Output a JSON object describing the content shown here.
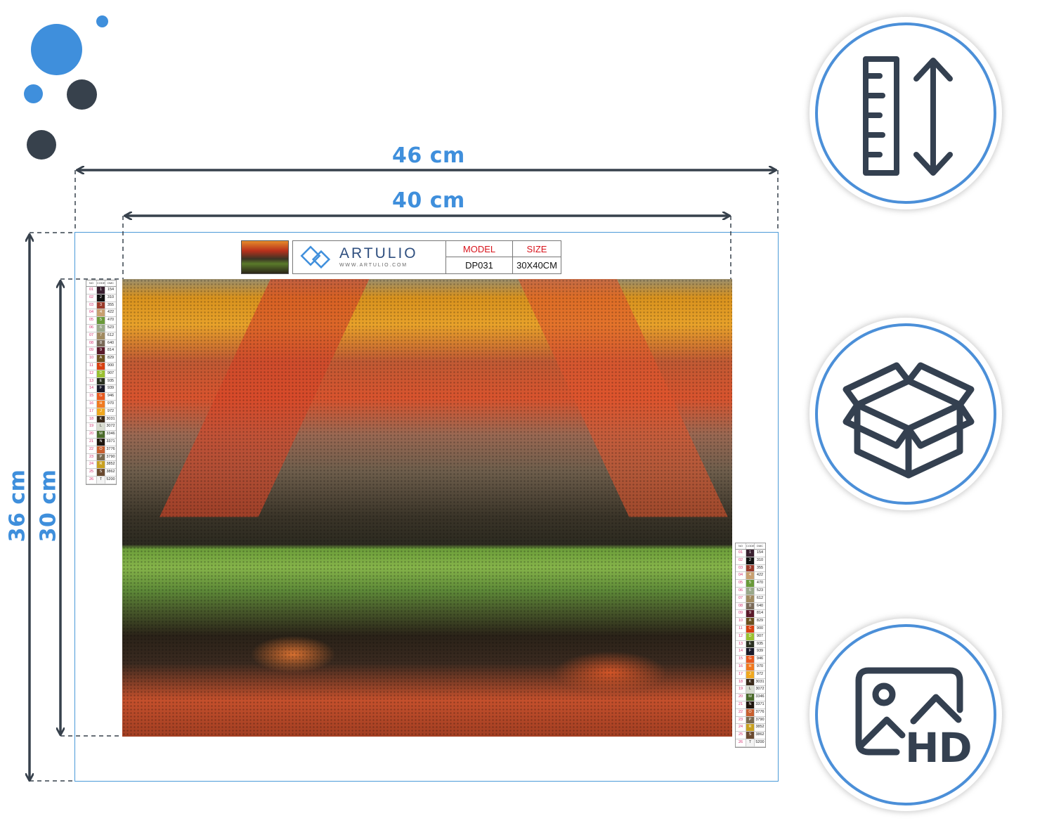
{
  "colors": {
    "accent_blue": "#3f8fdc",
    "dark_gray": "#37414c",
    "frame_blue": "#4b9ad8",
    "header_red": "#d8141c"
  },
  "dimensions": {
    "outer_width": "46 cm",
    "inner_width": "40 cm",
    "outer_height": "36 cm",
    "inner_height": "30 cm"
  },
  "header": {
    "brand": "ARTULIO",
    "url": "WWW.ARTULIO.COM",
    "model_label": "MODEL",
    "model_value": "DP031",
    "size_label": "SIZE",
    "size_value": "30X40CM"
  },
  "legend": {
    "col_no": "NO",
    "col_code": "CODE",
    "col_dmc": "DMC",
    "rows": [
      {
        "no": "01",
        "code": "1",
        "dmc": "154",
        "color": "#3a2030"
      },
      {
        "no": "02",
        "code": "2",
        "dmc": "310",
        "color": "#111111"
      },
      {
        "no": "03",
        "code": "3",
        "dmc": "355",
        "color": "#9a3a2a"
      },
      {
        "no": "04",
        "code": "4",
        "dmc": "422",
        "color": "#c8a070"
      },
      {
        "no": "05",
        "code": "5",
        "dmc": "470",
        "color": "#6a9a3a"
      },
      {
        "no": "06",
        "code": "6",
        "dmc": "523",
        "color": "#9aa88a"
      },
      {
        "no": "07",
        "code": "7",
        "dmc": "612",
        "color": "#a08a60"
      },
      {
        "no": "08",
        "code": "8",
        "dmc": "640",
        "color": "#7a6a58"
      },
      {
        "no": "09",
        "code": "9",
        "dmc": "814",
        "color": "#5a1a2a"
      },
      {
        "no": "10",
        "code": "A",
        "dmc": "829",
        "color": "#6a5020"
      },
      {
        "no": "11",
        "code": "C",
        "dmc": "900",
        "color": "#d84010"
      },
      {
        "no": "12",
        "code": "D",
        "dmc": "907",
        "color": "#9ac030"
      },
      {
        "no": "13",
        "code": "E",
        "dmc": "935",
        "color": "#2a3020"
      },
      {
        "no": "14",
        "code": "F",
        "dmc": "939",
        "color": "#1a1a2a"
      },
      {
        "no": "15",
        "code": "G",
        "dmc": "946",
        "color": "#e85a20"
      },
      {
        "no": "16",
        "code": "H",
        "dmc": "970",
        "color": "#f07a20"
      },
      {
        "no": "17",
        "code": "J",
        "dmc": "972",
        "color": "#f0a820"
      },
      {
        "no": "18",
        "code": "K",
        "dmc": "3031",
        "color": "#3a2a1a"
      },
      {
        "no": "19",
        "code": "L",
        "dmc": "3072",
        "color": "#d8dcd0"
      },
      {
        "no": "20",
        "code": "M",
        "dmc": "3346",
        "color": "#4a6a2a"
      },
      {
        "no": "21",
        "code": "N",
        "dmc": "3371",
        "color": "#1e140c"
      },
      {
        "no": "22",
        "code": "O",
        "dmc": "3776",
        "color": "#c86030"
      },
      {
        "no": "23",
        "code": "P",
        "dmc": "3790",
        "color": "#7a6a50"
      },
      {
        "no": "24",
        "code": "R",
        "dmc": "3852",
        "color": "#c8a020"
      },
      {
        "no": "25",
        "code": "S",
        "dmc": "3862",
        "color": "#6a4a30"
      },
      {
        "no": "26",
        "code": "T",
        "dmc": "5200",
        "color": "#f4f4f4"
      }
    ]
  },
  "features": {
    "hd_text": "HD"
  },
  "icons": [
    "ruler-height-icon",
    "box-package-icon",
    "hd-image-icon"
  ]
}
